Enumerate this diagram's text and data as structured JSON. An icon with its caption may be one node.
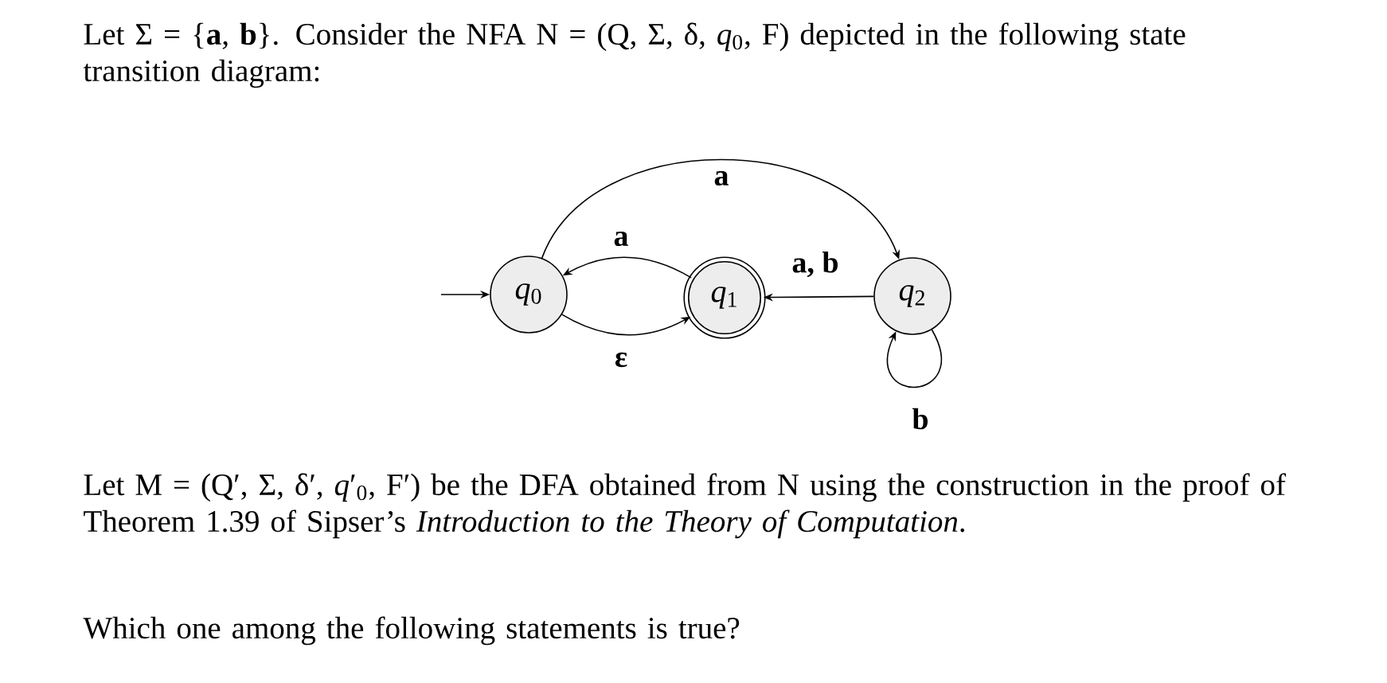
{
  "diagram": {
    "nodes": [
      {
        "text": [
          "*q*$_{0}$"
        ]
      },
      {
        "text": [
          "*q*$_{1}$"
        ]
      },
      {
        "text": [
          "*q*$_{2}$"
        ]
      }
    ],
    "edges": [
      {
        "from": null,
        "to": 0,
        "arrow": "to"
      },
      {
        "from": 0,
        "to": 2,
        "arrow": "to",
        "label": "a"
      },
      {
        "from": 1,
        "to": 0,
        "arrow": "to",
        "label": "a"
      },
      {
        "from": 0,
        "to": 1,
        "arrow": "to",
        "label": "ε"
      },
      {
        "from": 2,
        "to": 1,
        "arrow": "to",
        "label": "a, b"
      },
      {
        "from": 2,
        "to": 2,
        "arrow": "to",
        "label": "b"
      }
    ],
    "labels": [
      "Let Σ = {**a**, **b**}. Consider the NFA N = (Q, Σ, δ, *q*$_{0}$, F) depicted in the following state transition diagram:",
      "Let M = (Q′, Σ, δ′, *q*′$_{0}$, F′) be the DFA obtained from N using the construction in the proof of Theorem 1.39 of Sipser’s *Introduction to the Theory of Computation*.",
      "Which one among the following statements is true?"
    ]
  }
}
